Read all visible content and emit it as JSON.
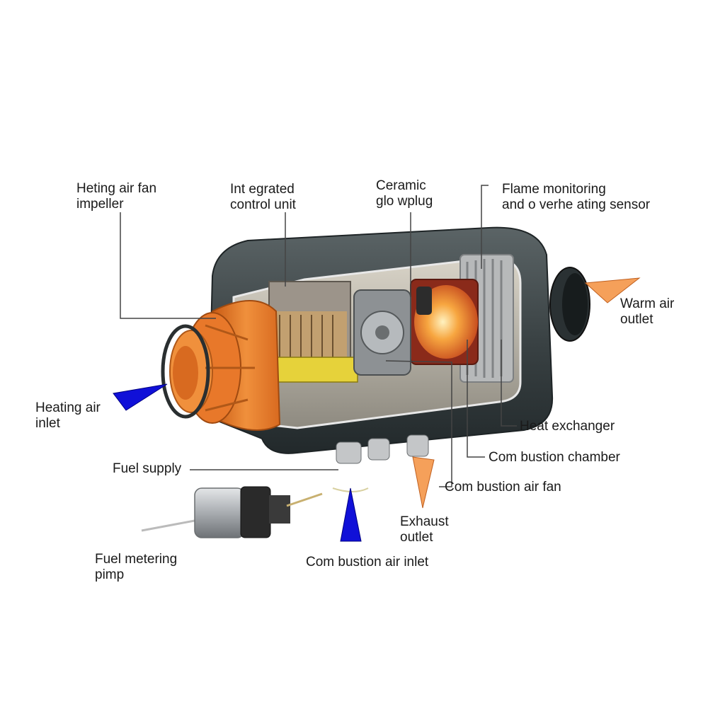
{
  "labels": {
    "fan_impeller": [
      "Heting air fan",
      "impeller"
    ],
    "control_unit": [
      "Int egrated",
      "control unit"
    ],
    "glow_plug": [
      "Ceramic",
      "glo wplug"
    ],
    "flame_sensor": [
      "Flame monitoring",
      "and o verhe ating sensor"
    ],
    "warm_air_outlet": [
      "Warm air",
      "outlet"
    ],
    "heating_air_inlet": [
      "Heating air",
      "inlet"
    ],
    "heat_exchanger": "Heat exchanger",
    "combustion_chamber": "Com bustion chamber",
    "combustion_air_fan": "Com bustion air fan",
    "fuel_supply": "Fuel supply",
    "exhaust_outlet": [
      "Exhaust",
      "outlet"
    ],
    "fuel_metering_pump": [
      "Fuel metering",
      "pimp"
    ],
    "combustion_air_inlet": "Com bustion air inlet"
  },
  "colors": {
    "cold_air_arrow": "#1010d8",
    "hot_air_arrow": "#f5a05a",
    "impeller": "#e8782a",
    "housing": "#3e4648",
    "flame": "#f08a20"
  }
}
